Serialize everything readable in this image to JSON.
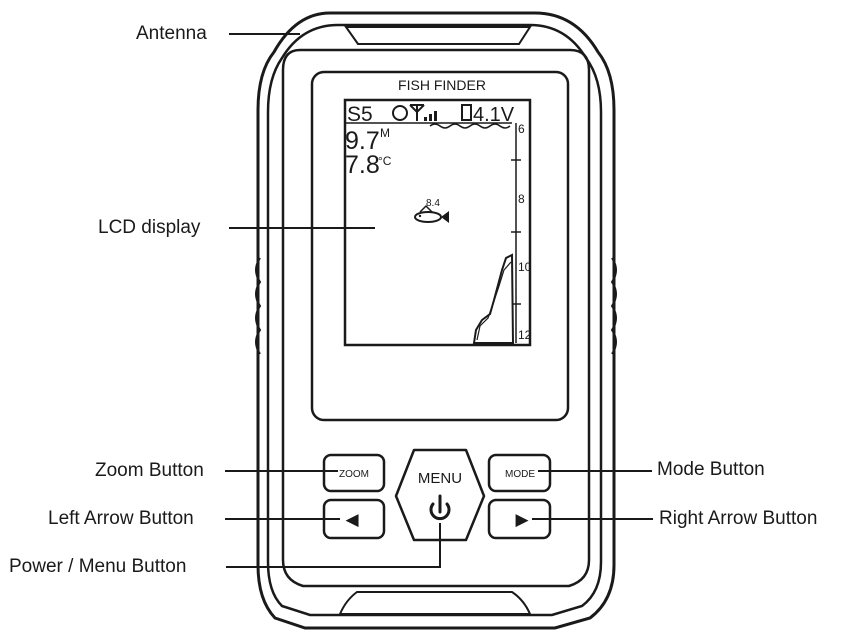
{
  "device": {
    "brand_label": "FISH FINDER",
    "screen": {
      "sensitivity": "S5",
      "battery_voltage": "4.1V",
      "depth_value": "9.7",
      "depth_unit": "M",
      "temperature_value": "7.8",
      "temperature_unit": "°C",
      "fish_depth": "8.4",
      "scale_labels": [
        "6",
        "8",
        "10",
        "12"
      ]
    },
    "buttons": {
      "zoom_label": "ZOOM",
      "menu_label": "MENU",
      "mode_label": "MODE",
      "left_glyph": "◀",
      "right_glyph": "▶",
      "power_icon": "power-icon"
    }
  },
  "callouts": {
    "antenna": "Antenna",
    "lcd": "LCD display",
    "zoom": "Zoom Button",
    "left": "Left Arrow Button",
    "power": "Power / Menu Button",
    "mode": "Mode Button",
    "right": "Right Arrow Button"
  }
}
